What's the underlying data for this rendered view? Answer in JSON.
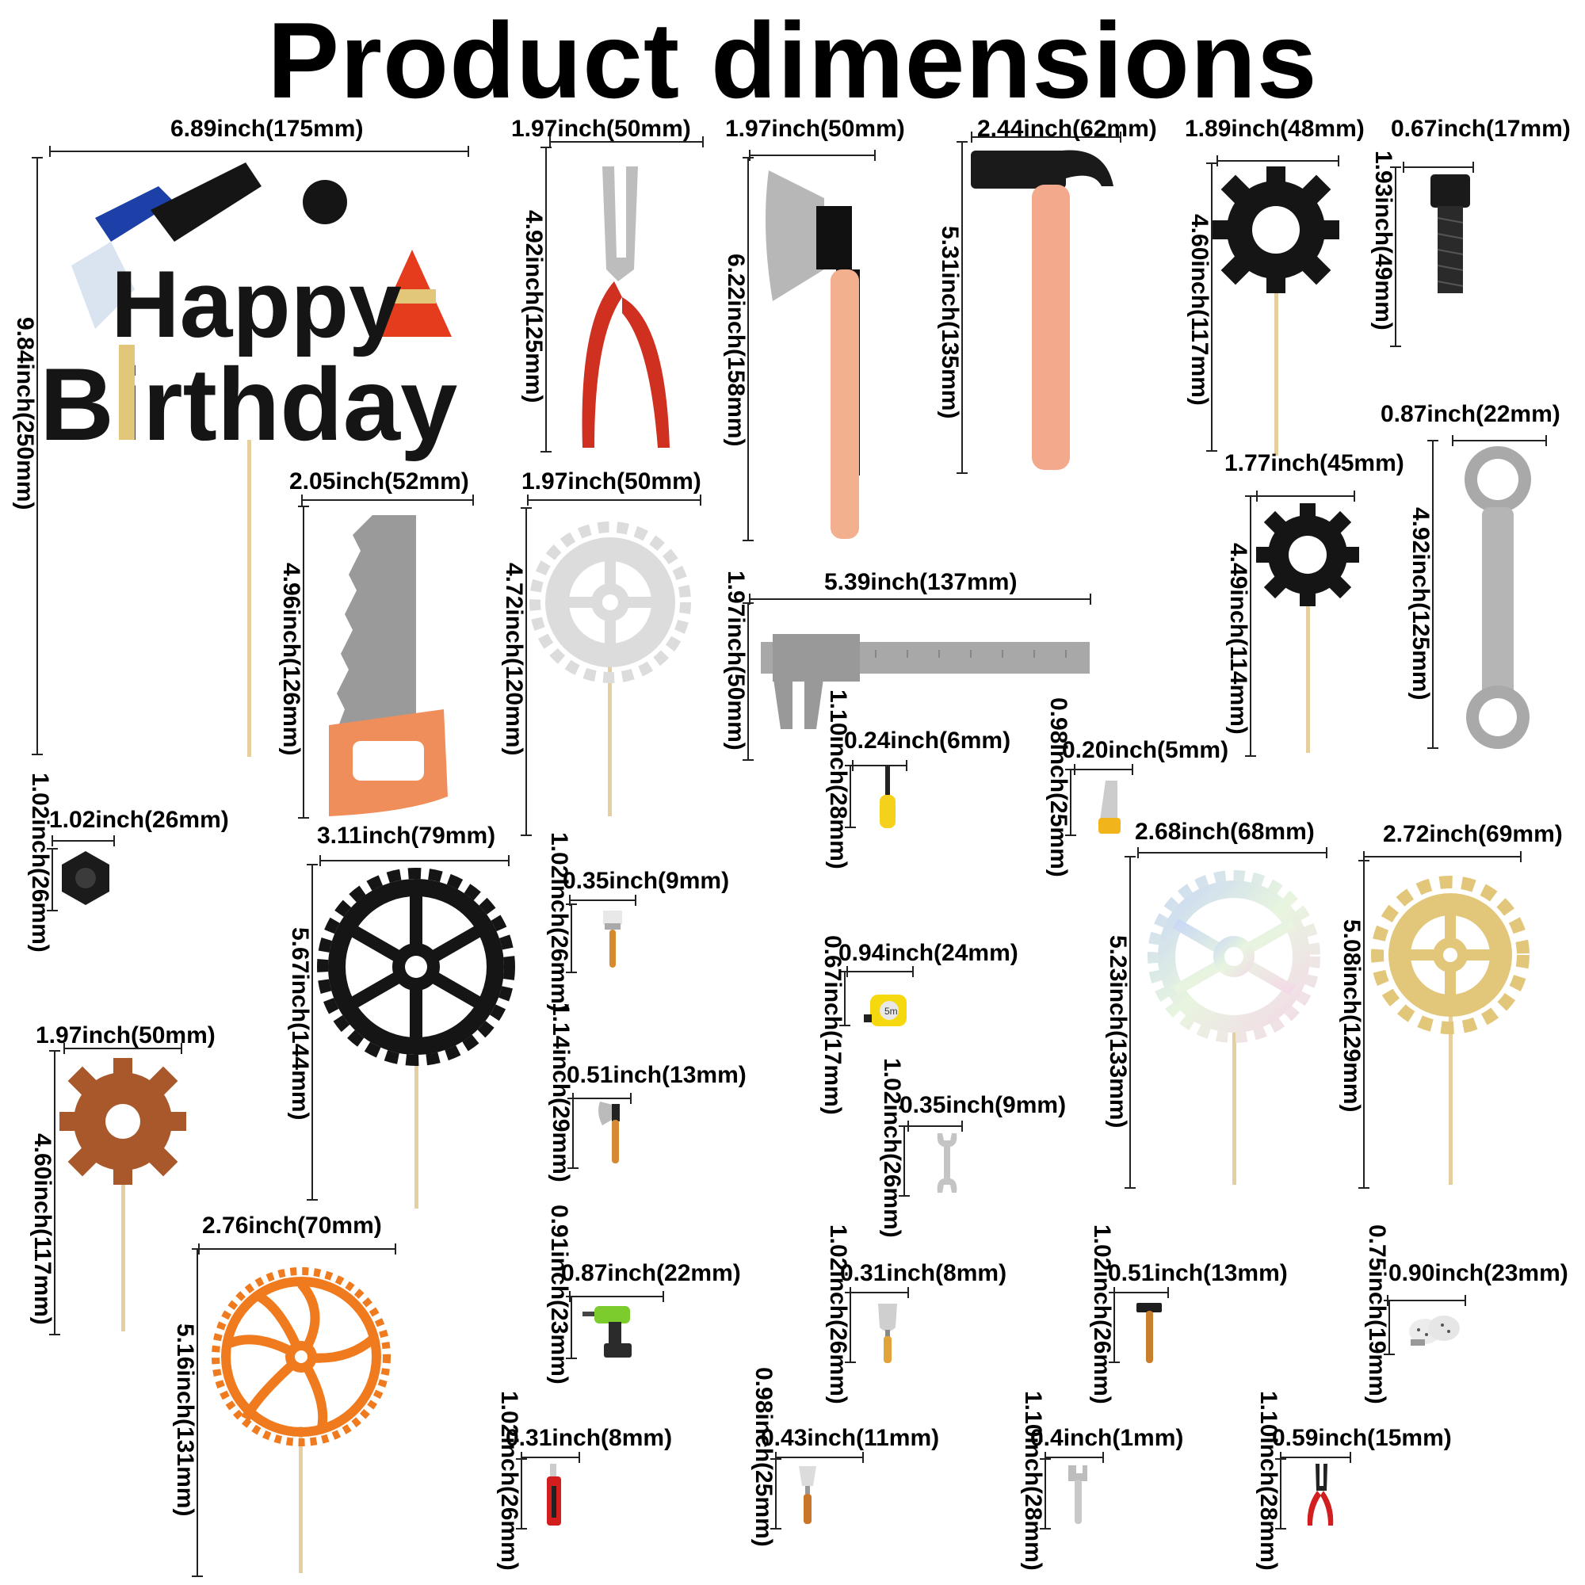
{
  "title": "Product dimensions",
  "cake_topper": {
    "text": "Happy Birthday",
    "width": "6.89inch(175mm)",
    "height": "9.84inch(250mm)"
  },
  "items": {
    "pliers": {
      "width": "1.97inch(50mm)",
      "height": "4.92inch(125mm)"
    },
    "axe": {
      "width": "1.97inch(50mm)",
      "height": "6.22inch(158mm)"
    },
    "hammer": {
      "width": "2.44inch(62mm)",
      "height": "5.31inch(135mm)"
    },
    "black_gear_1": {
      "width": "1.89inch(48mm)",
      "height": "4.60inch(117mm)"
    },
    "bolt": {
      "width": "0.67inch(17mm)",
      "height": "1.93inch(49mm)"
    },
    "wrench": {
      "width": "0.87inch(22mm)",
      "height": "4.92inch(125mm)"
    },
    "black_gear_2": {
      "width": "1.77inch(45mm)",
      "height": "4.49inch(114mm)"
    },
    "saw": {
      "width": "2.05inch(52mm)",
      "height": "4.96inch(126mm)"
    },
    "silver_gear": {
      "width": "1.97inch(50mm)",
      "height": "4.72inch(120mm)"
    },
    "caliper": {
      "width": "5.39inch(137mm)",
      "height": "1.97inch(50mm)"
    },
    "screwdriver_mini": {
      "width": "0.24inch(6mm)",
      "height": "1.10inch(28mm)"
    },
    "saw_mini": {
      "width": "0.20inch(5mm)",
      "height": "0.98inch(25mm)"
    },
    "nut": {
      "width": "1.02inch(26mm)",
      "height": "1.02inch(26mm)"
    },
    "black_spoked_gear": {
      "width": "3.11inch(79mm)",
      "height": "5.67inch(144mm)"
    },
    "brush_mini": {
      "width": "0.35inch(9mm)",
      "height": "1.02inch(26mm)"
    },
    "tape_mini": {
      "width": "0.94inch(24mm)",
      "height": "0.67inch(17mm)",
      "tape_text": "5m"
    },
    "holo_gear": {
      "width": "2.68inch(68mm)",
      "height": "5.23inch(133mm)"
    },
    "gold_gear": {
      "width": "2.72inch(69mm)",
      "height": "5.08inch(129mm)"
    },
    "copper_gear": {
      "width": "1.97inch(50mm)",
      "height": "4.60inch(117mm)"
    },
    "axe_mini": {
      "width": "0.51inch(13mm)",
      "height": "1.14inch(29mm)"
    },
    "wrench_mini": {
      "width": "0.35inch(9mm)",
      "height": "1.02inch(26mm)"
    },
    "orange_gear": {
      "width": "2.76inch(70mm)",
      "height": "5.16inch(131mm)"
    },
    "drill_mini": {
      "width": "0.87inch(22mm)",
      "height": "0.91inch(23mm)"
    },
    "trowel_mini": {
      "width": "0.31inch(8mm)",
      "height": "1.02inch(26mm)"
    },
    "hammer_mini": {
      "width": "0.51inch(13mm)",
      "height": "1.02inch(26mm)"
    },
    "gloves_mini": {
      "width": "0.90inch(23mm)",
      "height": "0.75inch(19mm)"
    },
    "cutter_mini": {
      "width": "0.31inch(8mm)",
      "height": "1.02inch(26mm)"
    },
    "scraper_mini": {
      "width": "0.43inch(11mm)",
      "height": "0.98inch(25mm)"
    },
    "adj_wrench_mini": {
      "width": "0.4inch(1mm)",
      "height": "1.10inch(28mm)"
    },
    "pliers_mini": {
      "width": "0.59inch(15mm)",
      "height": "1.10inch(28mm)"
    }
  },
  "colors": {
    "black_glitter": "#151515",
    "gold": "#e2c77a",
    "copper": "#a8582a",
    "orange": "#f07a1e",
    "silver": "#e4e4e4",
    "handle_red": "#d0301f",
    "wood": "#f1a98c",
    "stick": "#e6cf9f"
  }
}
